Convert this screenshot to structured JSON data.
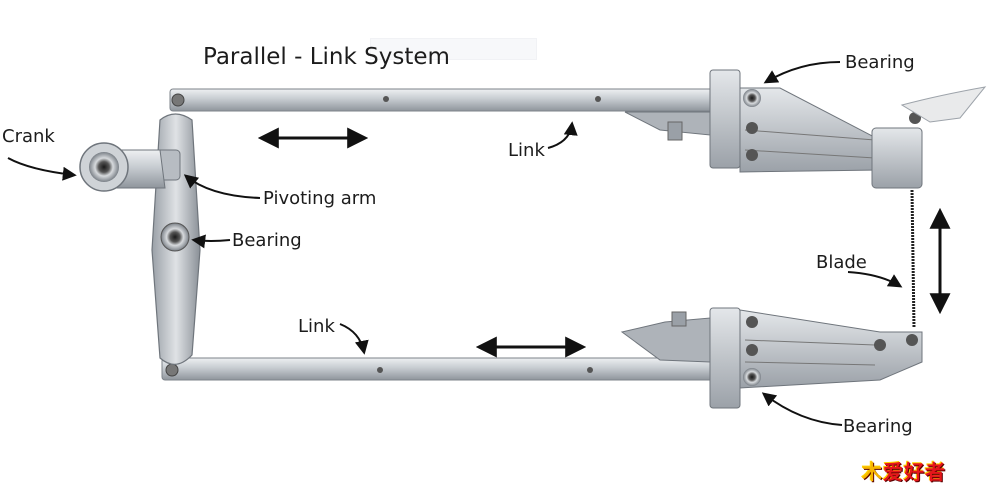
{
  "title": "Parallel - Link System",
  "labels": {
    "crank": "Crank",
    "pivoting_arm": "Pivoting arm",
    "bearing_left": "Bearing",
    "bearing_top_right": "Bearing",
    "bearing_bottom_right": "Bearing",
    "link_top": "Link",
    "link_bottom": "Link",
    "blade": "Blade"
  },
  "logo": {
    "mark": "木",
    "text": "爱好者"
  },
  "colors": {
    "metal": "#c9cdd2",
    "metal_dark": "#8e949b",
    "text": "#1c1c1c",
    "logo_red": "#e6161b"
  }
}
